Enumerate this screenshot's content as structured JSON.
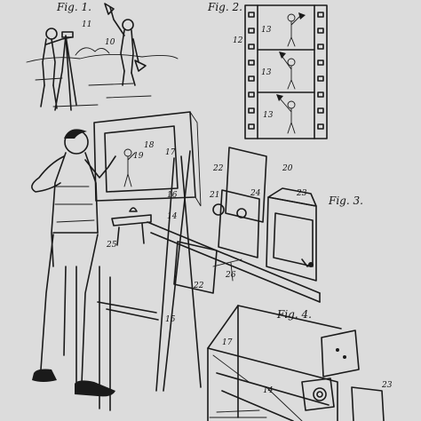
{
  "figures": {
    "fig1": "Fig. 1.",
    "fig2": "Fig. 2.",
    "fig3": "Fig. 3.",
    "fig4": "Fig. 4."
  },
  "labels": {
    "n10": "10",
    "n11": "11",
    "n12": "12",
    "n13a": "13",
    "n13b": "13",
    "n13c": "13",
    "n14": "14",
    "n15": "15",
    "n16": "16",
    "n17": "17",
    "n18": "18",
    "n19": "19",
    "n20": "20",
    "n21": "21",
    "n22a": "22",
    "n22b": "22",
    "n23": "23",
    "n24": "24",
    "n25": "25",
    "n26": "26",
    "n4_17": "17",
    "n4_14": "14",
    "n4_23": "23"
  }
}
